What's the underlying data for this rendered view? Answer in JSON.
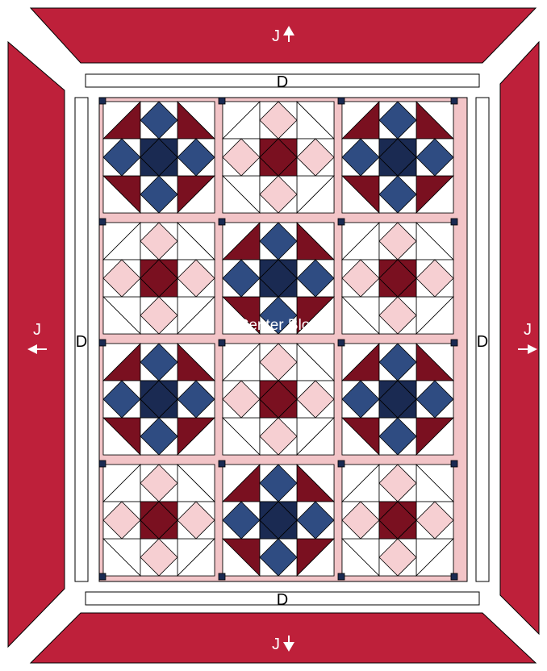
{
  "labels": {
    "center": "Center Block",
    "sashing_top": "D",
    "sashing_bottom": "D",
    "sashing_left": "D",
    "sashing_right": "D",
    "border_top": "J",
    "border_bottom": "J",
    "border_left": "J",
    "border_right": "J"
  },
  "colors": {
    "border_red": "#be203a",
    "burgundy": "#7a1020",
    "navy": "#1a2a52",
    "blue": "#2f4c82",
    "pink": "#f6cfd2",
    "sash_pink": "#f2c4c7",
    "white": "#ffffff",
    "outline": "#000000"
  },
  "grid": {
    "rows": 4,
    "cols": 3
  },
  "blocks": [
    [
      "A",
      "B",
      "A"
    ],
    [
      "B",
      "A",
      "B"
    ],
    [
      "A",
      "B",
      "A"
    ],
    [
      "B",
      "A",
      "B"
    ]
  ],
  "palettes": {
    "A": {
      "star": "#1a2a52",
      "diamond": "#2f4c82",
      "bar": "#7a1020",
      "mid": "#7a1020",
      "bg": "#ffffff"
    },
    "B": {
      "star": "#7a1020",
      "diamond": "#f6cfd2",
      "bar": "#ffffff",
      "mid": "#f6cfd2",
      "bg": "#ffffff"
    }
  },
  "arrows": {
    "top": "up",
    "bottom": "down",
    "left": "left",
    "right": "right"
  }
}
